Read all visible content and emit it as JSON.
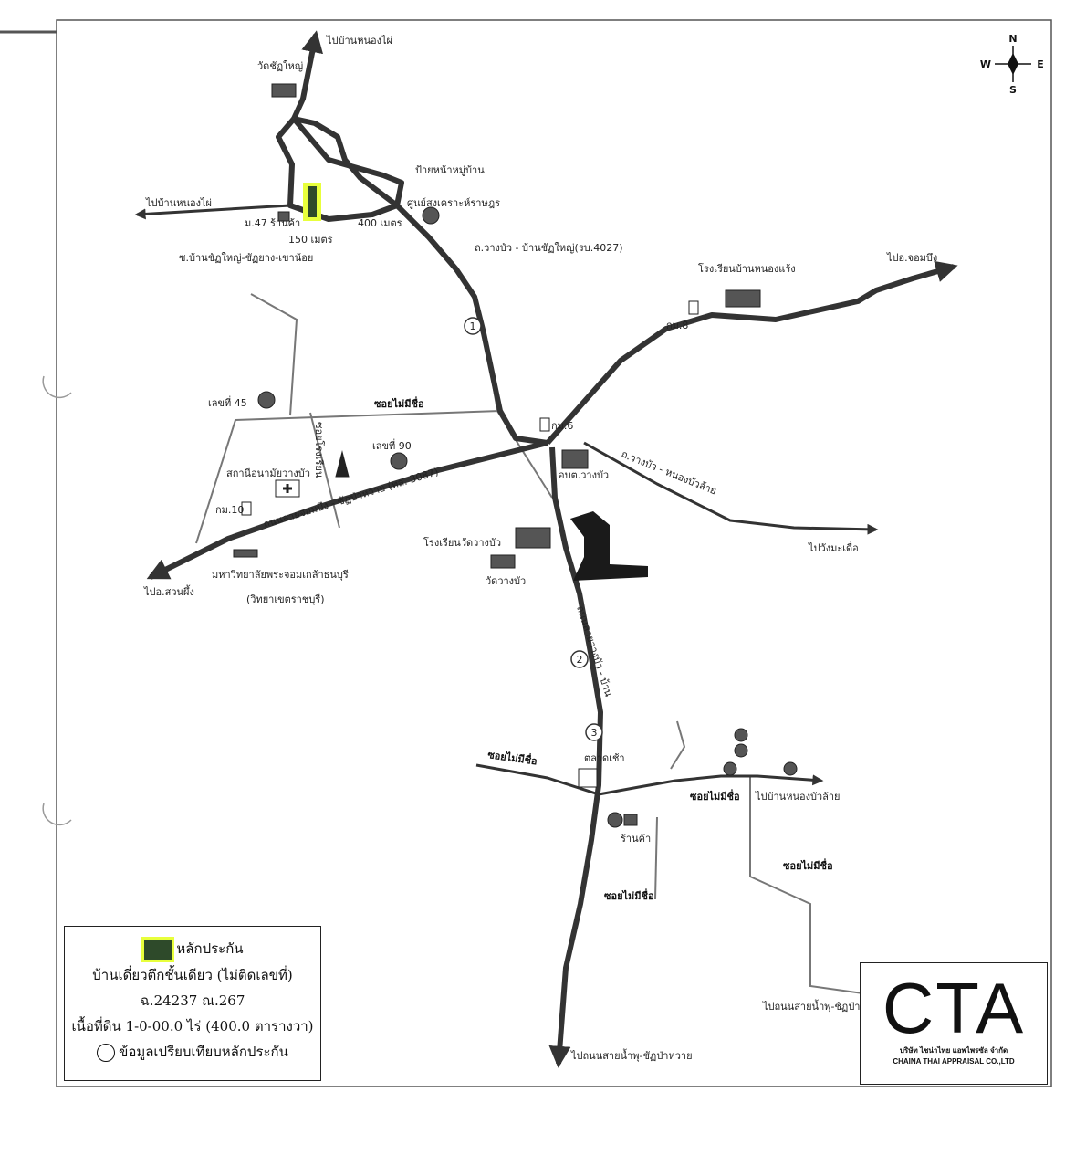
{
  "compass": {
    "n": "N",
    "s": "S",
    "e": "E",
    "w": "W"
  },
  "road_labels": {
    "north_top": "ไปบ้านหนองไผ่",
    "west_top": "ไปบ้านหนองไผ่",
    "wat_chatyai": "วัดชัฏใหญ่",
    "village_sign": "ป้ายหน้าหมู่บ้าน",
    "welfare_center": "ศูนย์สงเคราะห์ราษฎร",
    "m47": "ม.47",
    "shop_top": "ร้านค้า",
    "dist_150": "150 เมตร",
    "dist_400": "400 เมตร",
    "soi_chatyai": "ซ.บ้านชัฏใหญ่-ชัฏยาง-เขาน้อย",
    "road_4027": "ถ.วางบัว - บ้านชัฏใหญ่(รบ.4027)",
    "to_chom_bueng": "ไปอ.จอมบึง",
    "school_nongkrang": "โรงเรียนบ้านหนองแร้ง",
    "km8": "กม.8",
    "house45": "เลขที่ 45",
    "soi_noname_1": "ซอยไม่มีชื่อ",
    "km6": "กม.6",
    "soi_school": "ซอยโรงเรียน",
    "house90": "เลขที่ 90",
    "clinic": "สถานีอนามัยวางบัว",
    "obt": "อบต.วางบัว",
    "road_nongbuachai": "ถ.วางบัว - หนองบัวล้าย",
    "to_wang_mafuea": "ไปวังมะเดื่อ",
    "km10": "กม.10",
    "main_road": "ถนนสายจอมบึง - ชัฏป่าหวาย (ทล. 3087)",
    "to_suan_phueng": "ไปอ.สวนผึ้ง",
    "university": "มหาวิทยาลัยพระจอมเกล้าธนบุรี",
    "university_sub": "(วิทยาเขตราชบุรี)",
    "school_watwangbua": "โรงเรียนวัดวางบัว",
    "wat_wangbua": "วัดวางบัว",
    "road_wangbua_south": "ถนนสายวางบัว - บ้าน",
    "market": "ตลาดเช้า",
    "soi_noname_2": "ซอยไม่มีชื่อ",
    "soi_noname_3": "ซอยไม่มีชื่อ",
    "to_nongbuachai": "ไปบ้านหนองบัวล้าย",
    "shop_south": "ร้านค้า",
    "soi_noname_4": "ซอยไม่มีชื่อ",
    "soi_noname_5": "ซอยไม่มีชื่อ",
    "to_road_nampu": "ไปถนนสายน้ำพุ-ชัฏป่าหวาย",
    "to_road_south": "ไปถนนสายน้ำพุ-ชัฏป่าหวาย",
    "marker1": "1",
    "marker2": "2",
    "marker3": "3"
  },
  "legend": {
    "collateral": "หลักประกัน",
    "property_type": "บ้านเดี่ยวตึกชั้นเดียว (ไม่ติดเลขที่)",
    "deed": "ฉ.24237 ณ.267",
    "area": "เนื้อที่ดิน 1-0-00.0 ไร่ (400.0 ตารางวา)",
    "comparable": "ข้อมูลเปรียบเทียบหลักประกัน"
  },
  "logo": {
    "text": "CTA",
    "thai_name": "บริษัท ไชน่าไทย แอพไพรซัล จำกัด",
    "english_name": "CHAINA THAI APPRAISAL CO.,LTD"
  },
  "colors": {
    "road": "#333333",
    "minor_road": "#777777",
    "collateral_highlight": "#e8ff3c",
    "collateral_fill": "#2e4a2a",
    "block_fill": "#1a1a1a"
  }
}
